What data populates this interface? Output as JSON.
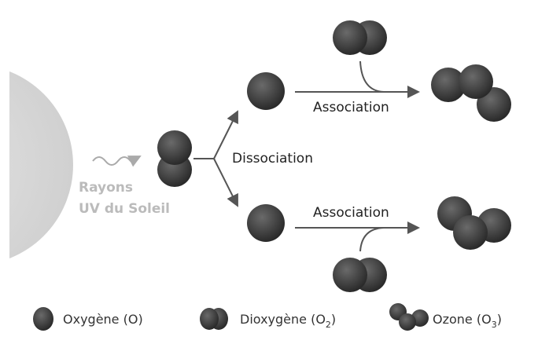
{
  "source": {
    "label_line1": "Rayons",
    "label_line2": "UV du Soleil"
  },
  "process": {
    "dissociation": "Dissociation",
    "association_top": "Association",
    "association_bottom": "Association"
  },
  "legend": {
    "oxygen": "Oxygène (O)",
    "dioxygen_prefix": "Dioxygène (O",
    "dioxygen_sub": "2",
    "dioxygen_suffix": ")",
    "ozone_prefix": "Ozone (O",
    "ozone_sub": "3",
    "ozone_suffix": ")"
  },
  "colors": {
    "molecule": "#3a3a3a",
    "arrow": "#555555",
    "sun": "#d8d8d8",
    "uv_text": "#bbbbbb"
  }
}
